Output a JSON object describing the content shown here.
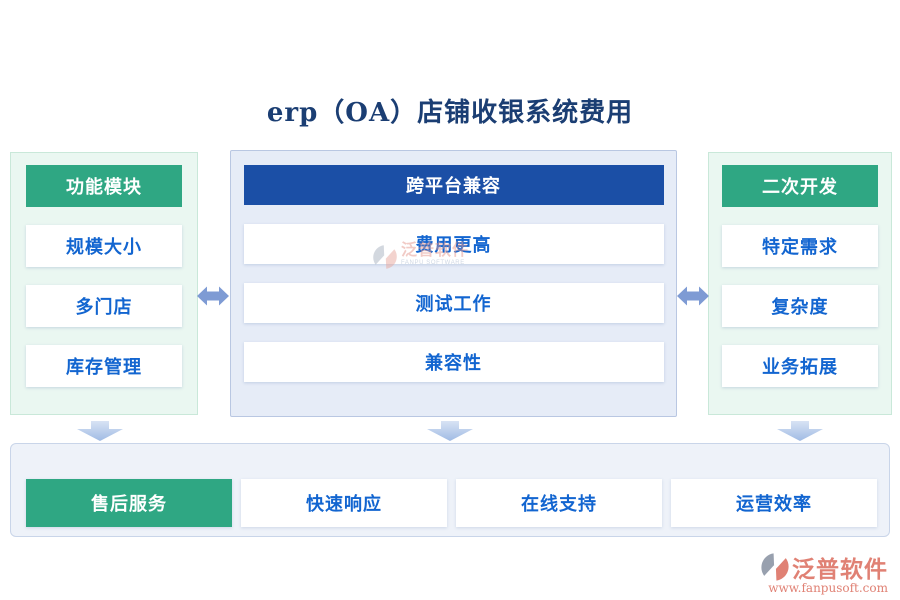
{
  "title": "erp（OA）店铺收银系统费用",
  "columns": [
    {
      "header": "功能模块",
      "items": [
        "规模大小",
        "多门店",
        "库存管理"
      ]
    },
    {
      "header": "跨平台兼容",
      "items": [
        "费用更高",
        "测试工作",
        "兼容性"
      ]
    },
    {
      "header": "二次开发",
      "items": [
        "特定需求",
        "复杂度",
        "业务拓展"
      ]
    }
  ],
  "bottom": {
    "items": [
      {
        "label": "售后服务",
        "highlight": true
      },
      {
        "label": "快速响应",
        "highlight": false
      },
      {
        "label": "在线支持",
        "highlight": false
      },
      {
        "label": "运营效率",
        "highlight": false
      }
    ]
  },
  "watermark": {
    "name": "泛普软件",
    "subtitle": "FANPU SOFTWARE"
  },
  "logo": {
    "name": "泛普软件",
    "url": "www.fanpusoft.com"
  },
  "icons": {
    "column_link": "left-right-double-arrow",
    "flow": "down-arrow",
    "logo_mark": "fanpu-swirl"
  },
  "colors": {
    "title_navy": "#1B3E73",
    "green_accent": "#2FA783",
    "blue_header": "#1B4FA6",
    "item_text_blue": "#1265D0",
    "panel_green_bg": "#EAF7F1",
    "panel_green_border": "#C9E8D9",
    "panel_blue_bg": "#E6ECF7",
    "panel_blue_border": "#B9C7E2",
    "bottom_bar_bg": "#EEF2F9",
    "bottom_bar_border": "#C9D5E9",
    "double_arrow": "#7E9BD4",
    "down_arrow_top": "#D8E3F4",
    "down_arrow_bottom": "#A0BBE4",
    "logo_coral": "#E08174",
    "logo_gray": "#98A0AE"
  }
}
